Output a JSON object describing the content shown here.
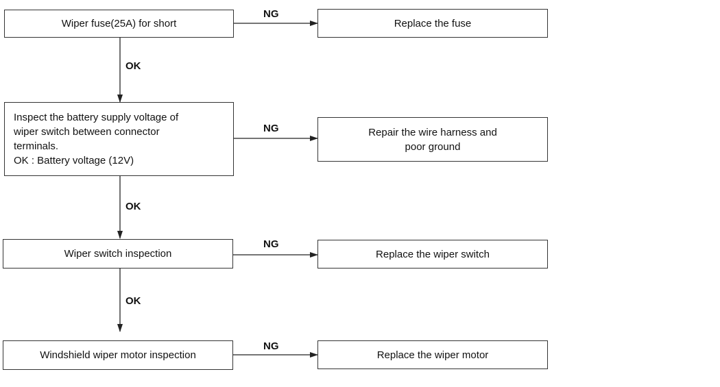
{
  "steps": [
    {
      "check": "Wiper fuse(25A) for short",
      "ng_label": "NG",
      "action": "Replace the fuse",
      "ok_label": "OK"
    },
    {
      "check": "Inspect the battery supply voltage of\nwiper switch between connector\nterminals.\nOK : Battery voltage (12V)",
      "ng_label": "NG",
      "action": "Repair the wire harness and\npoor ground",
      "ok_label": "OK"
    },
    {
      "check": "Wiper switch inspection",
      "ng_label": "NG",
      "action": "Replace the wiper switch",
      "ok_label": "OK"
    },
    {
      "check": "Windshield wiper motor inspection",
      "ng_label": "NG",
      "action": "Replace the wiper motor"
    }
  ]
}
